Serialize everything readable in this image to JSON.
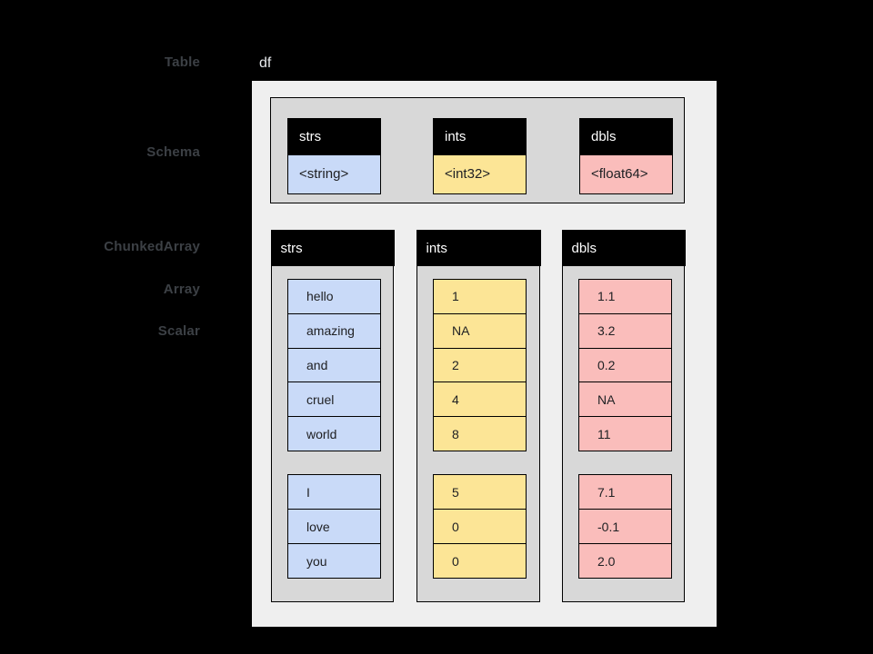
{
  "colors": {
    "background": "#000000",
    "side_label_text": "#3c4045",
    "table_name_text": "#e8eaed",
    "outer_box_fill": "#efefef",
    "panel_fill": "#d8d8d8",
    "string_fill": "#c9daf8",
    "int_fill": "#fce596",
    "double_fill": "#fabdbb",
    "header_fill": "#000000",
    "header_text": "#ffffff",
    "cell_text": "#202124",
    "border": "#000000"
  },
  "side_labels": {
    "table": "Table",
    "schema": "Schema",
    "chunked_array": "ChunkedArray",
    "array": "Array",
    "scalar": "Scalar"
  },
  "table": {
    "name": "df"
  },
  "schema": {
    "fields": [
      {
        "name": "strs",
        "type": "<string>"
      },
      {
        "name": "ints",
        "type": "<int32>"
      },
      {
        "name": "dbls",
        "type": "<float64>"
      }
    ]
  },
  "columns": [
    {
      "name": "strs",
      "chunks": [
        [
          "hello",
          "amazing",
          "and",
          "cruel",
          "world"
        ],
        [
          "I",
          "love",
          "you"
        ]
      ]
    },
    {
      "name": "ints",
      "chunks": [
        [
          "1",
          "NA",
          "2",
          "4",
          "8"
        ],
        [
          "5",
          "0",
          "0"
        ]
      ]
    },
    {
      "name": "dbls",
      "chunks": [
        [
          "1.1",
          "3.2",
          "0.2",
          "NA",
          "11"
        ],
        [
          "7.1",
          "-0.1",
          "2.0"
        ]
      ]
    }
  ]
}
